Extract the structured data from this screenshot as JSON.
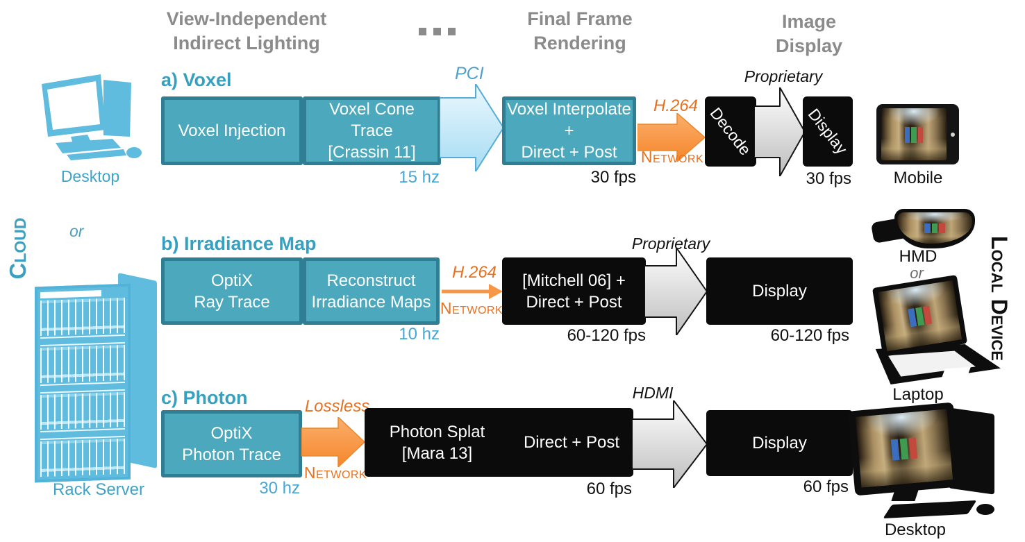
{
  "colors": {
    "teal_fill": "#4BA8BD",
    "teal_border": "#2F7E94",
    "teal_heading": "#35A0C0",
    "rate_blue": "#45A7D6",
    "orange": "#F79646",
    "orange_text": "#E8701E",
    "gray_header": "#8B8B8B",
    "device_blue": "#5FBCDF",
    "black": "#0B0B0B"
  },
  "headers": {
    "col1_line1": "View-Independent",
    "col1_line2": "Indirect Lighting",
    "dots_icon": "...",
    "col2_line1": "Final Frame",
    "col2_line2": "Rendering",
    "col3_line1": "Image",
    "col3_line2": "Display"
  },
  "cloud": {
    "label": "Cloud",
    "desktop": "Desktop",
    "or": "or",
    "rack": "Rack Server"
  },
  "local": {
    "label": "Local Device",
    "mobile": "Mobile",
    "hmd": "HMD",
    "or": "or",
    "laptop": "Laptop",
    "desktop": "Desktop"
  },
  "rowA": {
    "heading": "a) Voxel",
    "box1": "Voxel Injection",
    "box2_line1": "Voxel Cone Trace",
    "box2_line2": "[Crassin 11]",
    "rate": "15 hz",
    "bus": "PCI",
    "box3_line1": "Voxel Interpolate +",
    "box3_line2": "Direct + Post",
    "fps1": "30 fps",
    "codec": "H.264",
    "network": "Network",
    "decode": "Decode",
    "link": "Proprietary",
    "display": "Display",
    "fps2": "30 fps"
  },
  "rowB": {
    "heading": "b) Irradiance Map",
    "box1_line1": "OptiX",
    "box1_line2": "Ray Trace",
    "box2_line1": "Reconstruct",
    "box2_line2": "Irradiance Maps",
    "rate": "10 hz",
    "codec": "H.264",
    "network": "Network",
    "box3_line1": "[Mitchell 06] +",
    "box3_line2": "Direct + Post",
    "fps1": "60-120 fps",
    "link": "Proprietary",
    "display": "Display",
    "fps2": "60-120 fps"
  },
  "rowC": {
    "heading": "c) Photon",
    "box1_line1": "OptiX",
    "box1_line2": "Photon Trace",
    "rate": "30 hz",
    "codec": "Lossless",
    "network": "Network",
    "box2a_line1": "Photon Splat",
    "box2a_line2": "[Mara 13]",
    "box2b": "Direct + Post",
    "fps1": "60 fps",
    "link": "HDMI",
    "display": "Display",
    "fps2": "60 fps"
  }
}
